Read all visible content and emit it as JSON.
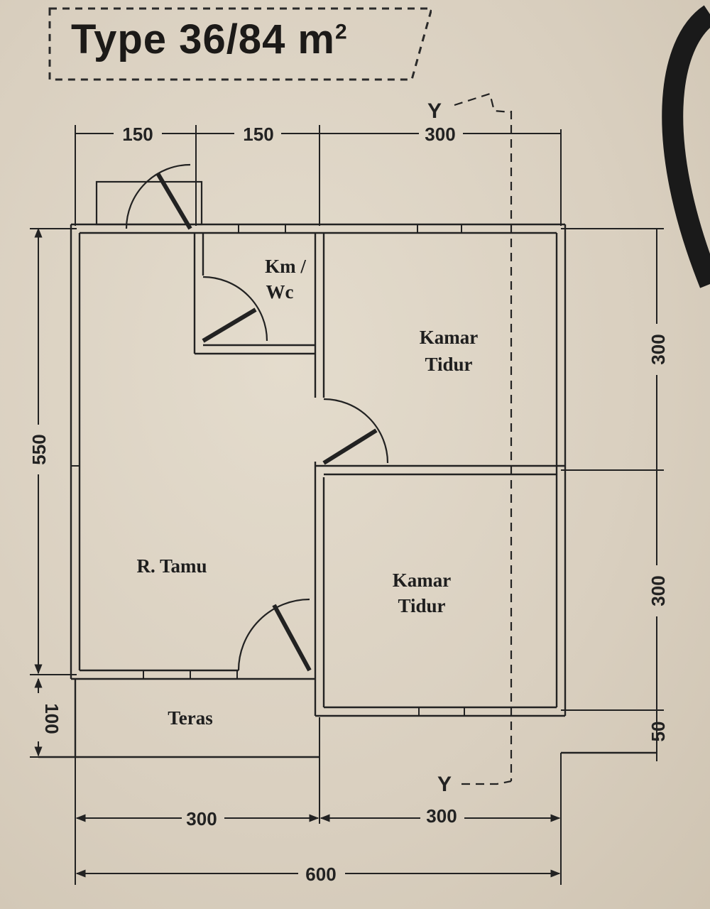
{
  "title": {
    "text": "Type 36/84 m",
    "sup": "2"
  },
  "dimensions": {
    "top": [
      "150",
      "150",
      "300"
    ],
    "left": [
      "550",
      "100"
    ],
    "right": [
      "300",
      "300",
      "50"
    ],
    "bottom": [
      "300",
      "300"
    ],
    "total": "600"
  },
  "rooms": {
    "kmwc": [
      "Km /",
      "Wc"
    ],
    "bedroom_top": [
      "Kamar",
      "Tidur"
    ],
    "bedroom_bottom": [
      "Kamar",
      "Tidur"
    ],
    "living": "R. Tamu",
    "terrace": "Teras"
  },
  "section_marks": {
    "top": "Y",
    "bottom": "Y"
  },
  "colors": {
    "paper": "#dcd2c2",
    "ink": "#222222"
  }
}
